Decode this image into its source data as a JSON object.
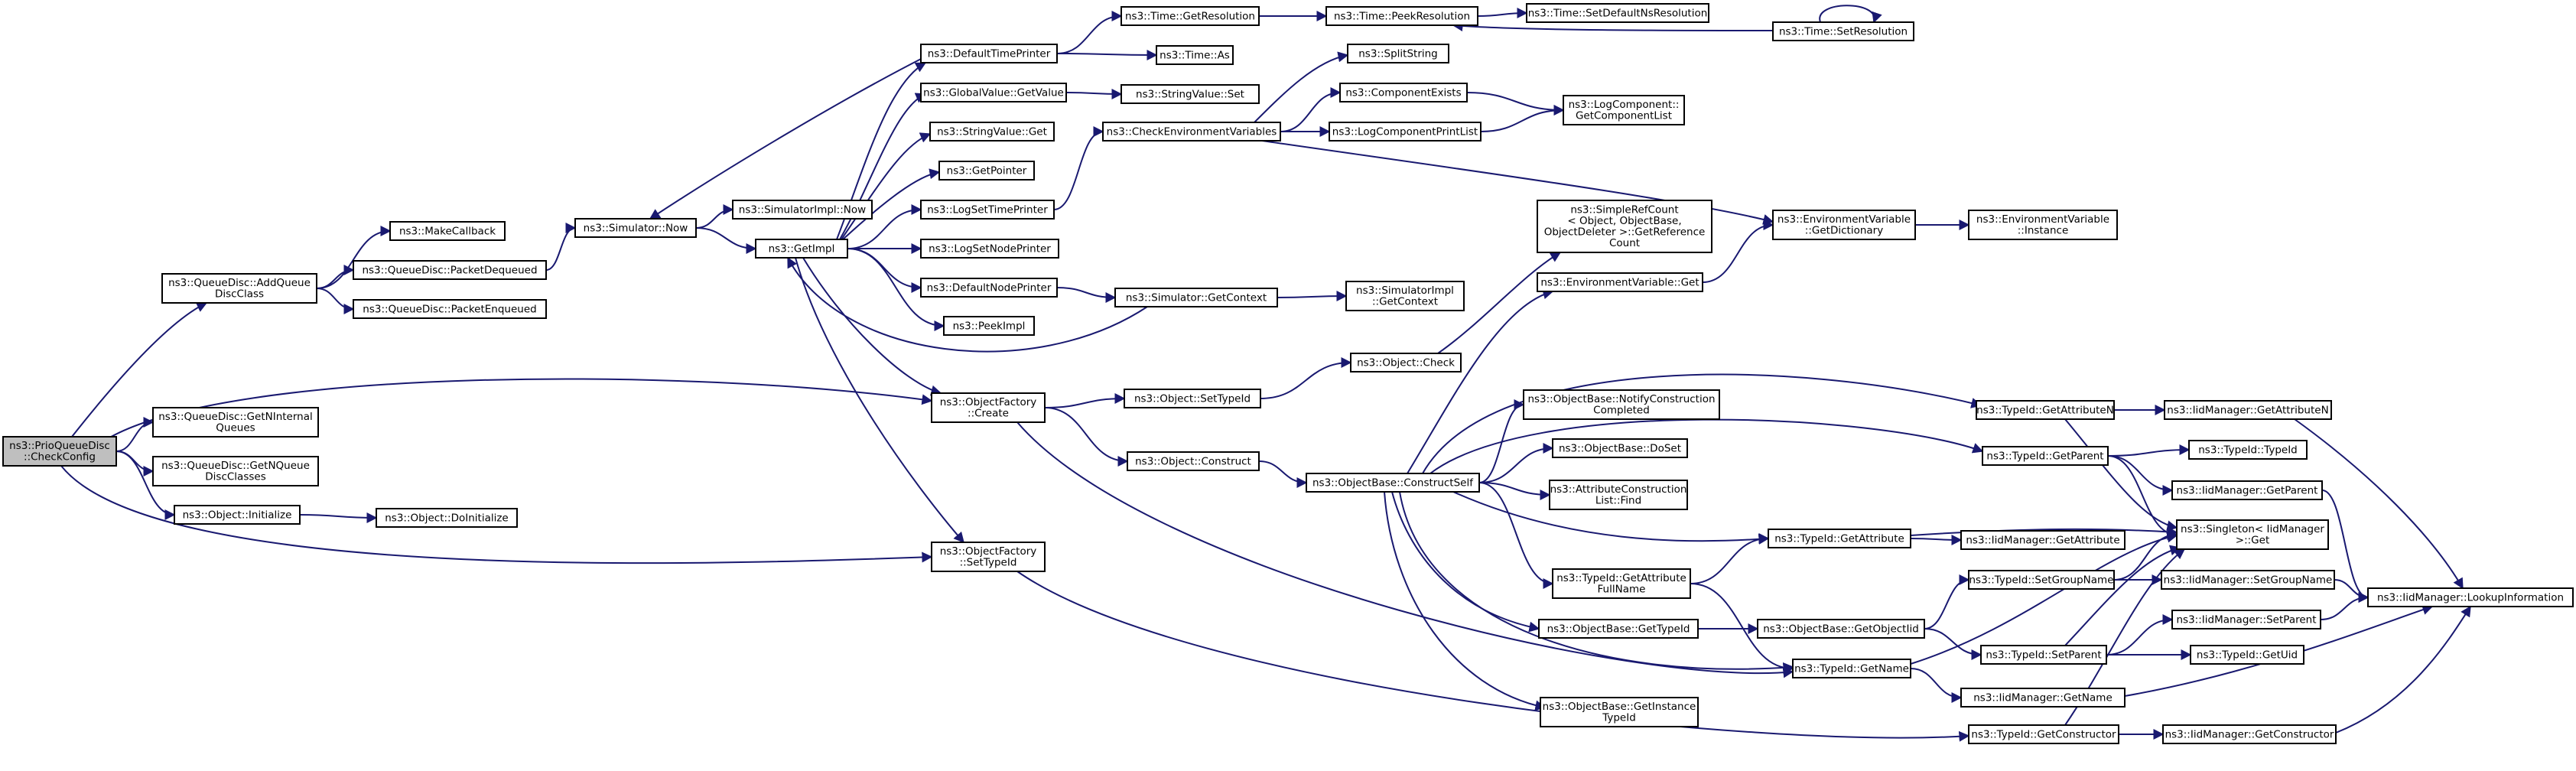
{
  "edge_color": "#191970",
  "root_fill": "#bfbfbf",
  "nodes": [
    {
      "id": "root",
      "lines": [
        "ns3::PrioQueueDisc",
        "::CheckConfig"
      ]
    },
    {
      "id": "addQueueDiscClass",
      "lines": [
        "ns3::QueueDisc::AddQueue",
        "DiscClass"
      ]
    },
    {
      "id": "getNInternalQueues",
      "lines": [
        "ns3::QueueDisc::GetNInternal",
        "Queues"
      ]
    },
    {
      "id": "getNQueueDiscClasses",
      "lines": [
        "ns3::QueueDisc::GetNQueue",
        "DiscClasses"
      ]
    },
    {
      "id": "objectInitialize",
      "lines": [
        "ns3::Object::Initialize"
      ]
    },
    {
      "id": "makeCallback",
      "lines": [
        "ns3::MakeCallback"
      ]
    },
    {
      "id": "packetDequeued",
      "lines": [
        "ns3::QueueDisc::PacketDequeued"
      ]
    },
    {
      "id": "packetEnqueued",
      "lines": [
        "ns3::QueueDisc::PacketEnqueued"
      ]
    },
    {
      "id": "doInitialize",
      "lines": [
        "ns3::Object::DoInitialize"
      ]
    },
    {
      "id": "simulatorNow",
      "lines": [
        "ns3::Simulator::Now"
      ]
    },
    {
      "id": "simulatorImplNow",
      "lines": [
        "ns3::SimulatorImpl::Now"
      ]
    },
    {
      "id": "getImpl",
      "lines": [
        "ns3::GetImpl"
      ]
    },
    {
      "id": "defaultTimePrinter",
      "lines": [
        "ns3::DefaultTimePrinter"
      ]
    },
    {
      "id": "globalValueGetValue",
      "lines": [
        "ns3::GlobalValue::GetValue"
      ]
    },
    {
      "id": "stringValueGet",
      "lines": [
        "ns3::StringValue::Get"
      ]
    },
    {
      "id": "getPointer",
      "lines": [
        "ns3::GetPointer"
      ]
    },
    {
      "id": "logSetTimePrinter",
      "lines": [
        "ns3::LogSetTimePrinter"
      ]
    },
    {
      "id": "logSetNodePrinter",
      "lines": [
        "ns3::LogSetNodePrinter"
      ]
    },
    {
      "id": "defaultNodePrinter",
      "lines": [
        "ns3::DefaultNodePrinter"
      ]
    },
    {
      "id": "peekImpl",
      "lines": [
        "ns3::PeekImpl"
      ]
    },
    {
      "id": "objectFactoryCreate",
      "lines": [
        "ns3::ObjectFactory",
        "::Create"
      ]
    },
    {
      "id": "objectFactorySetTypeId",
      "lines": [
        "ns3::ObjectFactory",
        "::SetTypeId"
      ]
    },
    {
      "id": "timeGetResolution",
      "lines": [
        "ns3::Time::GetResolution"
      ]
    },
    {
      "id": "timeAs",
      "lines": [
        "ns3::Time::As"
      ]
    },
    {
      "id": "stringValueSet",
      "lines": [
        "ns3::StringValue::Set"
      ]
    },
    {
      "id": "checkEnvVars",
      "lines": [
        "ns3::CheckEnvironmentVariables"
      ]
    },
    {
      "id": "simulatorGetContext",
      "lines": [
        "ns3::Simulator::GetContext"
      ]
    },
    {
      "id": "objectSetTypeId",
      "lines": [
        "ns3::Object::SetTypeId"
      ]
    },
    {
      "id": "objectConstruct",
      "lines": [
        "ns3::Object::Construct"
      ]
    },
    {
      "id": "timePeekResolution",
      "lines": [
        "ns3::Time::PeekResolution"
      ]
    },
    {
      "id": "splitString",
      "lines": [
        "ns3::SplitString"
      ]
    },
    {
      "id": "componentExists",
      "lines": [
        "ns3::ComponentExists"
      ]
    },
    {
      "id": "logComponentPrintList",
      "lines": [
        "ns3::LogComponentPrintList"
      ]
    },
    {
      "id": "simulatorImplGetContext",
      "lines": [
        "ns3::SimulatorImpl",
        "::GetContext"
      ]
    },
    {
      "id": "objectCheck",
      "lines": [
        "ns3::Object::Check"
      ]
    },
    {
      "id": "objectBaseConstructSelf",
      "lines": [
        "ns3::ObjectBase::ConstructSelf"
      ]
    },
    {
      "id": "timeSetDefaultNsResolution",
      "lines": [
        "ns3::Time::SetDefaultNsResolution"
      ]
    },
    {
      "id": "logComponentGetComponentList",
      "lines": [
        "ns3::LogComponent::",
        "GetComponentList"
      ]
    },
    {
      "id": "simpleRefCount",
      "lines": [
        "ns3::SimpleRefCount",
        "< Object, ObjectBase,",
        "ObjectDeleter >::GetReference",
        "Count"
      ]
    },
    {
      "id": "envVarGet",
      "lines": [
        "ns3::EnvironmentVariable::Get"
      ]
    },
    {
      "id": "notifyConstructionCompleted",
      "lines": [
        "ns3::ObjectBase::NotifyConstruction",
        "Completed"
      ]
    },
    {
      "id": "objectBaseDoSet",
      "lines": [
        "ns3::ObjectBase::DoSet"
      ]
    },
    {
      "id": "attributeConstructionListFind",
      "lines": [
        "ns3::AttributeConstruction",
        "List::Find"
      ]
    },
    {
      "id": "typeIdGetAttributeFullName",
      "lines": [
        "ns3::TypeId::GetAttribute",
        "FullName"
      ]
    },
    {
      "id": "objectBaseGetTypeId",
      "lines": [
        "ns3::ObjectBase::GetTypeId"
      ]
    },
    {
      "id": "objectBaseGetInstanceTypeId",
      "lines": [
        "ns3::ObjectBase::GetInstance",
        "TypeId"
      ]
    },
    {
      "id": "timeSetResolution",
      "lines": [
        "ns3::Time::SetResolution"
      ]
    },
    {
      "id": "envVarGetDictionary",
      "lines": [
        "ns3::EnvironmentVariable",
        "::GetDictionary"
      ]
    },
    {
      "id": "objectBaseGetObjectIid",
      "lines": [
        "ns3::ObjectBase::GetObjectIid"
      ]
    },
    {
      "id": "typeIdGetName",
      "lines": [
        "ns3::TypeId::GetName"
      ]
    },
    {
      "id": "typeIdGetAttributeN",
      "lines": [
        "ns3::TypeId::GetAttributeN"
      ]
    },
    {
      "id": "typeIdGetParent",
      "lines": [
        "ns3::TypeId::GetParent"
      ]
    },
    {
      "id": "typeIdGetAttribute",
      "lines": [
        "ns3::TypeId::GetAttribute"
      ]
    },
    {
      "id": "typeIdSetGroupName",
      "lines": [
        "ns3::TypeId::SetGroupName"
      ]
    },
    {
      "id": "typeIdSetParent",
      "lines": [
        "ns3::TypeId::SetParent"
      ]
    },
    {
      "id": "typeIdGetConstructor",
      "lines": [
        "ns3::TypeId::GetConstructor"
      ]
    },
    {
      "id": "envVarInstance",
      "lines": [
        "ns3::EnvironmentVariable",
        "::Instance"
      ]
    },
    {
      "id": "iidManagerGetAttribute",
      "lines": [
        "ns3::IidManager::GetAttribute"
      ]
    },
    {
      "id": "iidManagerGetName",
      "lines": [
        "ns3::IidManager::GetName"
      ]
    },
    {
      "id": "iidManagerGetAttributeN",
      "lines": [
        "ns3::IidManager::GetAttributeN"
      ]
    },
    {
      "id": "typeIdTypeId",
      "lines": [
        "ns3::TypeId::TypeId"
      ]
    },
    {
      "id": "iidManagerGetParent",
      "lines": [
        "ns3::IidManager::GetParent"
      ]
    },
    {
      "id": "singletonGet",
      "lines": [
        "ns3::Singleton< IidManager",
        ">::Get"
      ]
    },
    {
      "id": "iidManagerSetGroupName",
      "lines": [
        "ns3::IidManager::SetGroupName"
      ]
    },
    {
      "id": "iidManagerSetParent",
      "lines": [
        "ns3::IidManager::SetParent"
      ]
    },
    {
      "id": "typeIdGetUid",
      "lines": [
        "ns3::TypeId::GetUid"
      ]
    },
    {
      "id": "iidManagerGetConstructor",
      "lines": [
        "ns3::IidManager::GetConstructor"
      ]
    },
    {
      "id": "iidManagerLookupInformation",
      "lines": [
        "ns3::IidManager::LookupInformation"
      ]
    }
  ]
}
